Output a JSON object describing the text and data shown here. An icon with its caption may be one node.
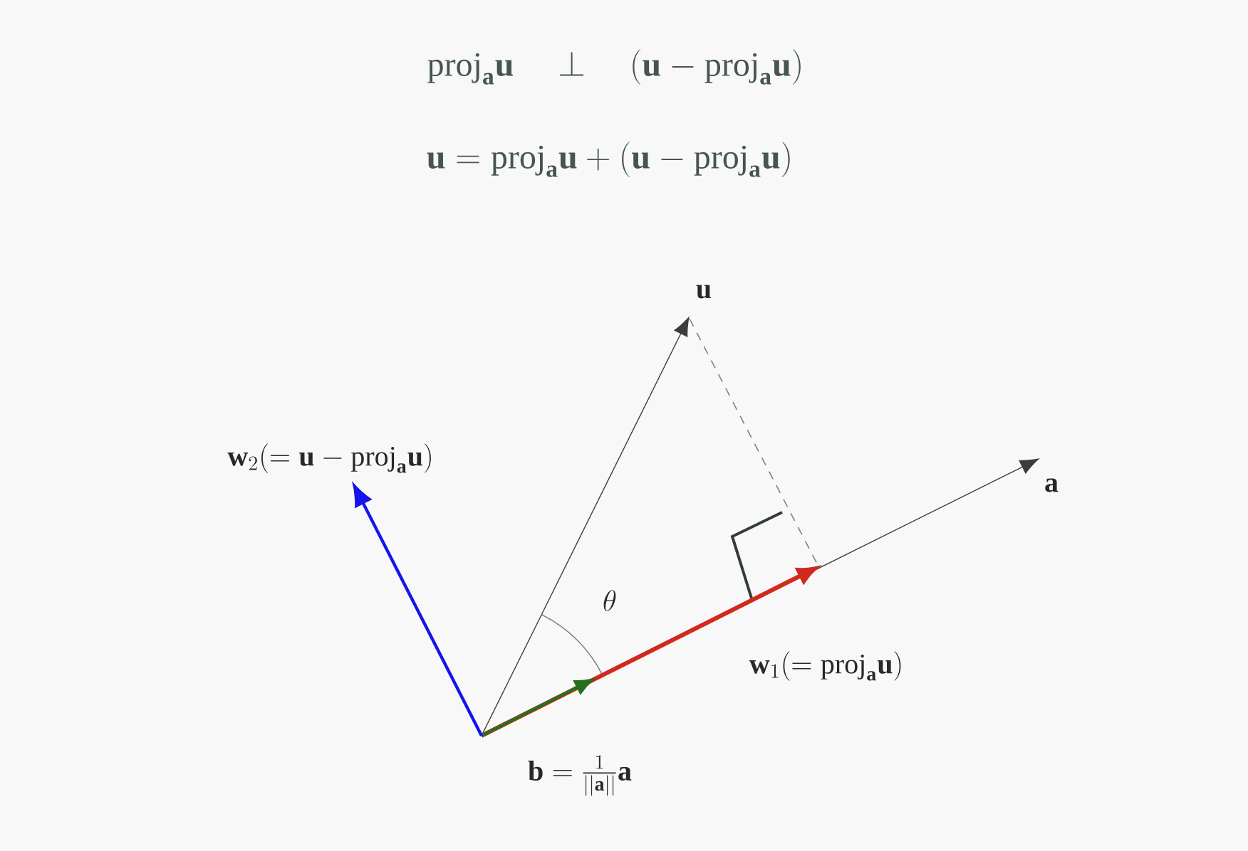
{
  "diagram": {
    "labels": [
      "\\mathrm{proj}_{\\mathbf{a}}\\mathbf{u}\\quad\\perp\\quad(\\mathbf{u}-\\mathrm{proj}_{\\mathbf{a}}\\mathbf{u})",
      "\\mathbf{u}=\\mathrm{proj}_{\\mathbf{a}}\\mathbf{u}+(\\mathbf{u}-\\mathrm{proj}_{\\mathbf{a}}\\mathbf{u})",
      "\\mathbf{u}",
      "\\mathbf{w}_2(=\\mathbf{u}-\\mathrm{proj}_{\\mathbf{a}}\\mathbf{u})",
      "\\mathbf{a}",
      "\\theta",
      "\\mathbf{w}_1(=\\mathrm{proj}_{\\mathbf{a}}\\mathbf{u})",
      "\\mathbf{b}=\\frac{1}{||\\mathbf{a}||}\\mathbf{a}"
    ]
  }
}
